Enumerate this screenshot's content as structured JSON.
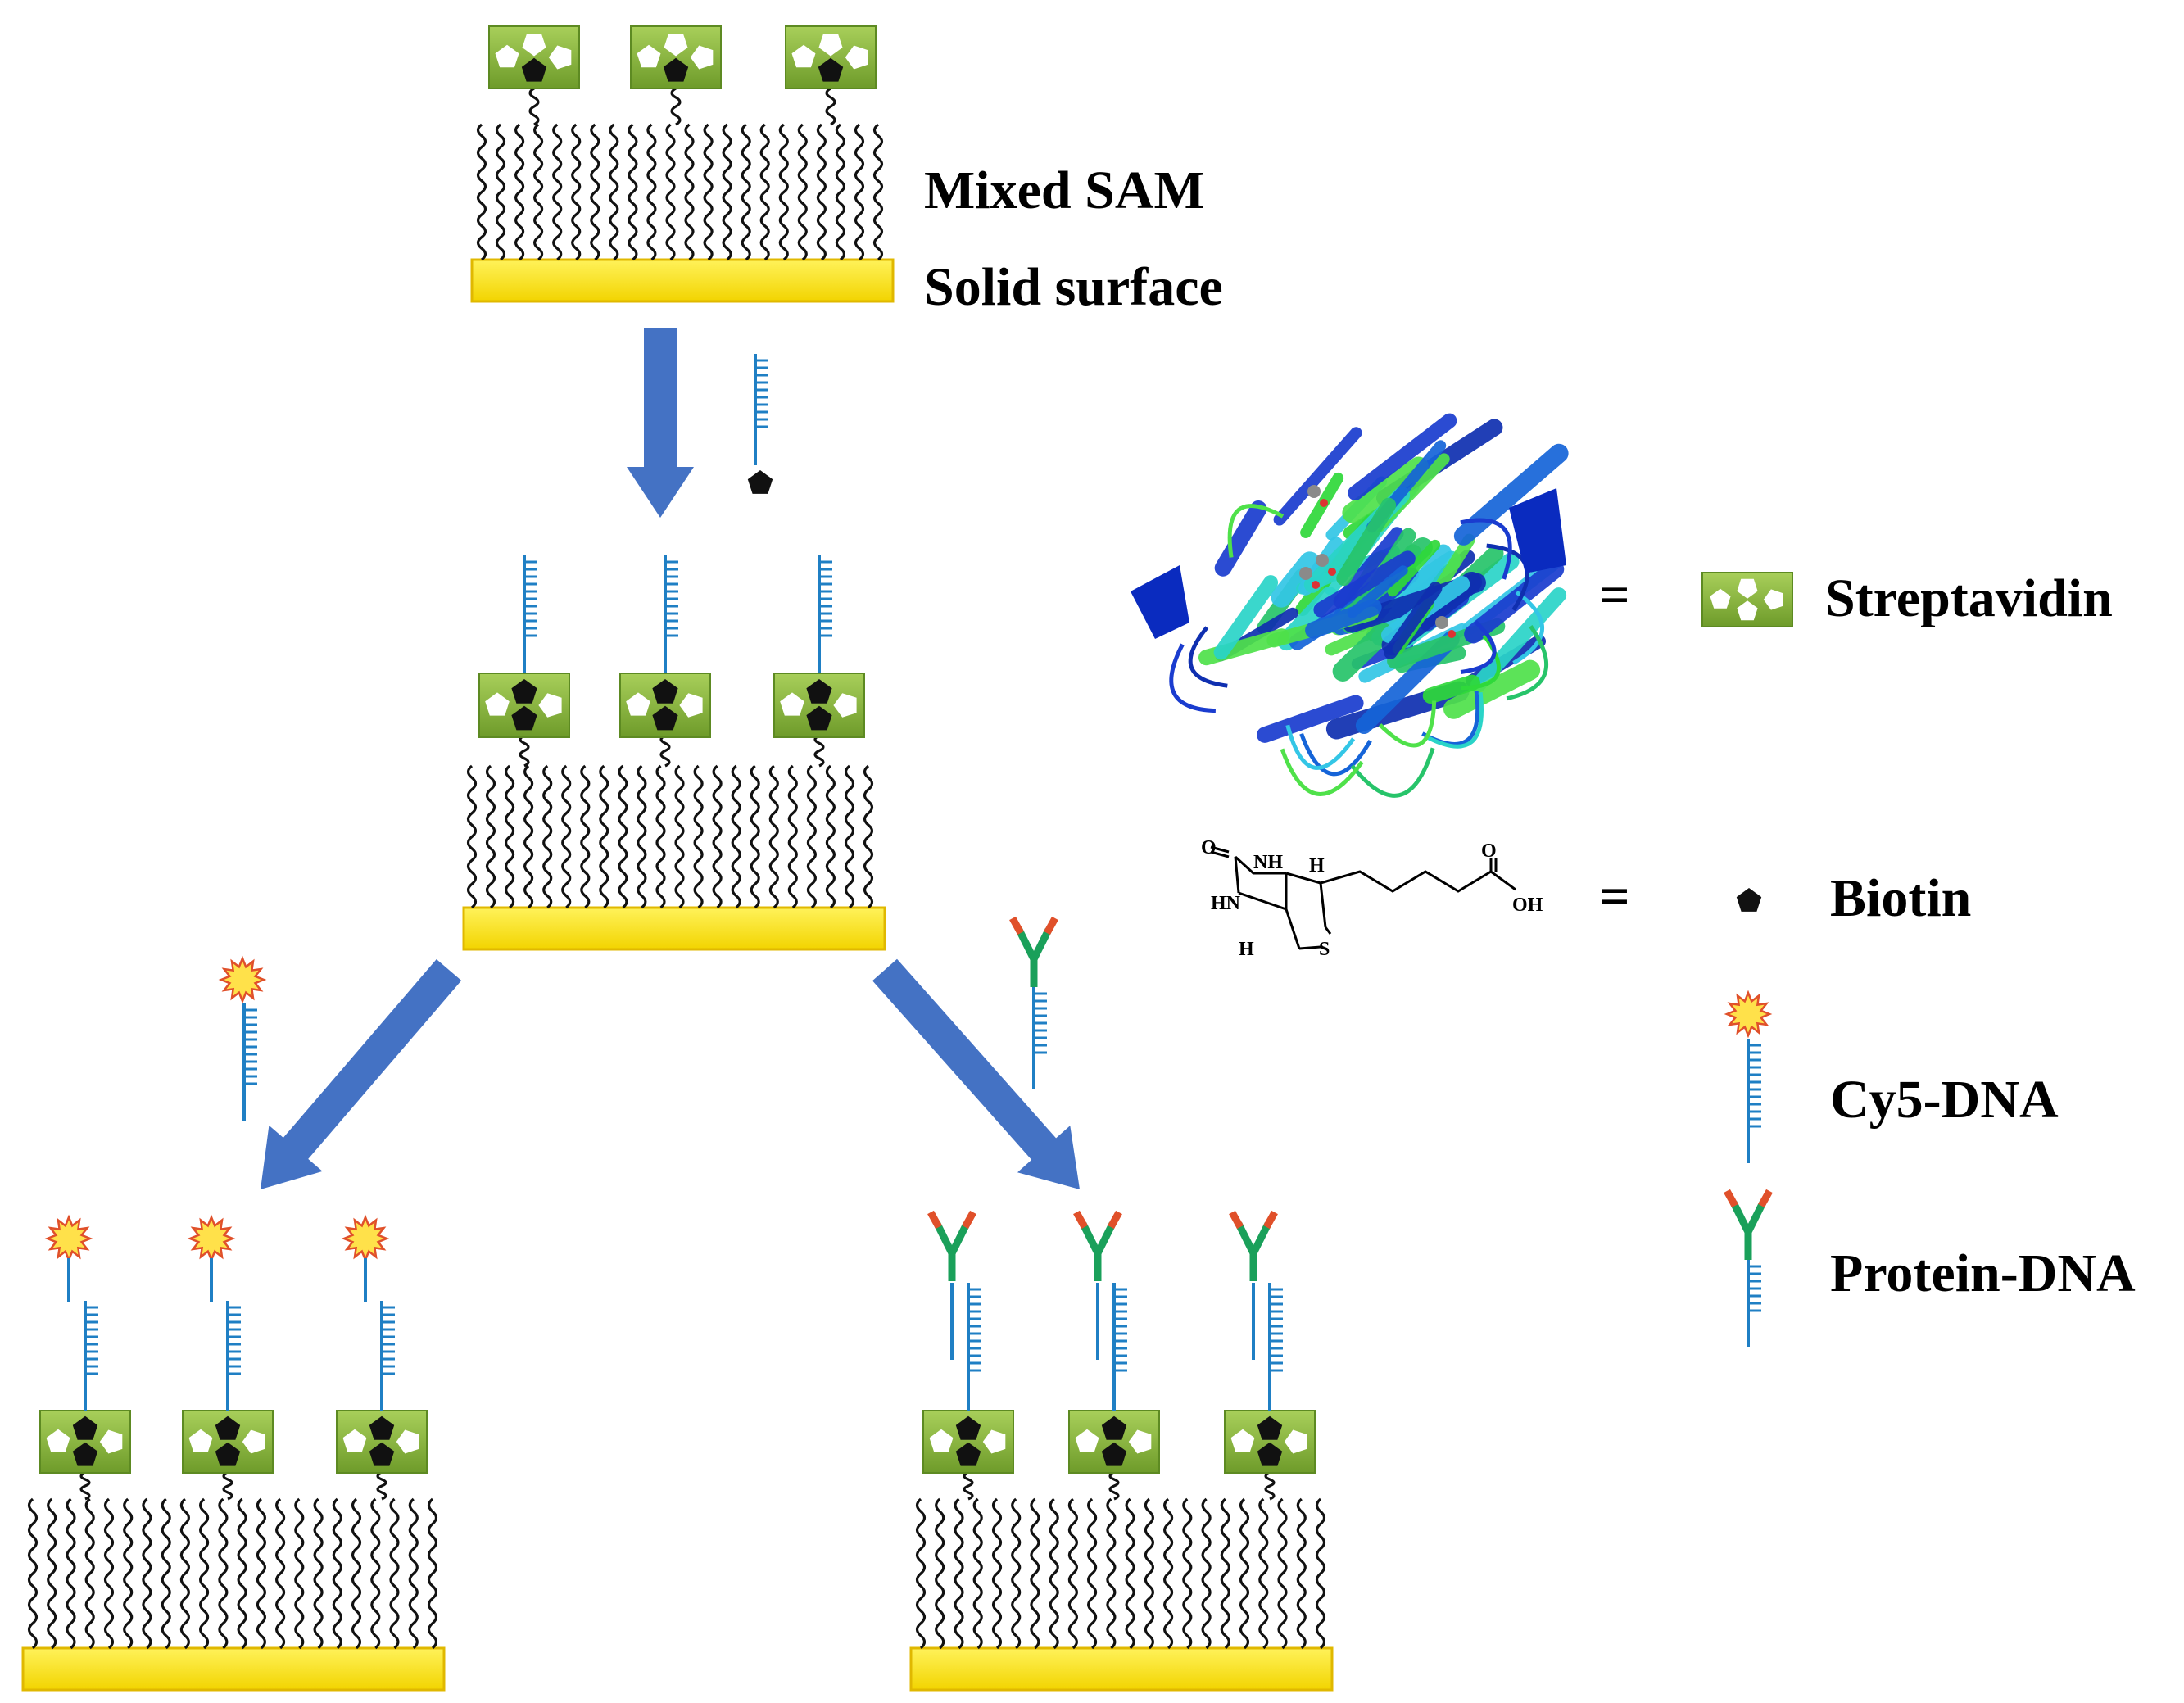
{
  "labels": {
    "mixed_sam": "Mixed SAM",
    "solid_surface": "Solid surface"
  },
  "legend": {
    "equals": "=",
    "streptavidin": "Streptavidin",
    "biotin": "Biotin",
    "cy5_dna": "Cy5-DNA",
    "protein_dna": "Protein-DNA"
  },
  "biotin_structure": {
    "o": "O",
    "nh": "NH",
    "hn": "HN",
    "h_top": "H",
    "h_bottom": "H",
    "s": "S",
    "o_acid": "O",
    "oh": "OH"
  },
  "colors": {
    "gold_surface": "#ffe600",
    "streptavidin_green": "#8cba3c",
    "dna_blue": "#1f7fc4",
    "arrow_blue": "#4472c4",
    "antibody_green": "#1aa05a",
    "antibody_red": "#e0502a",
    "cy5_star": "#ffe14a"
  },
  "icons": {
    "streptavidin": "streptavidin-icon",
    "biotin": "biotin-pentagon-icon",
    "cy5_dna": "cy5-dna-icon",
    "protein_dna": "protein-dna-icon",
    "protein_structure": "streptavidin-ribbon-structure"
  }
}
